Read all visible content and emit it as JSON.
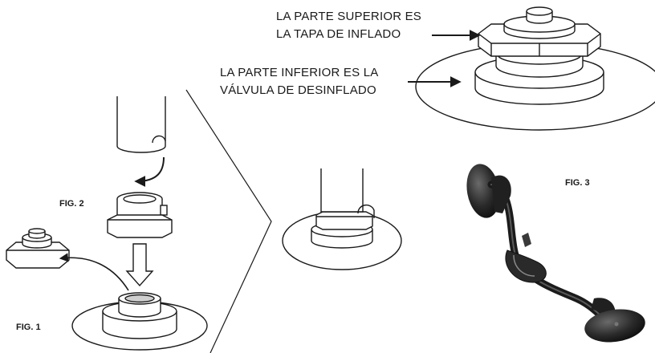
{
  "labels": {
    "top_line1": "LA PARTE SUPERIOR ES",
    "top_line2": "LA TAPA DE INFLADO",
    "bottom_line1": "LA PARTE INFERIOR ES LA",
    "bottom_line2": "VÁLVULA DE DESINFLADO"
  },
  "figures": {
    "fig1": "FIG. 1",
    "fig2": "FIG. 2",
    "fig3": "FIG. 3"
  },
  "colors": {
    "line": "#1a1a1a",
    "fill": "#ffffff",
    "hose": "#1b1b1b",
    "shade": "#cfcfcf"
  },
  "icons": {
    "arrow_curve": "curved-arrow-icon",
    "arrow_down": "down-arrow-icon"
  }
}
